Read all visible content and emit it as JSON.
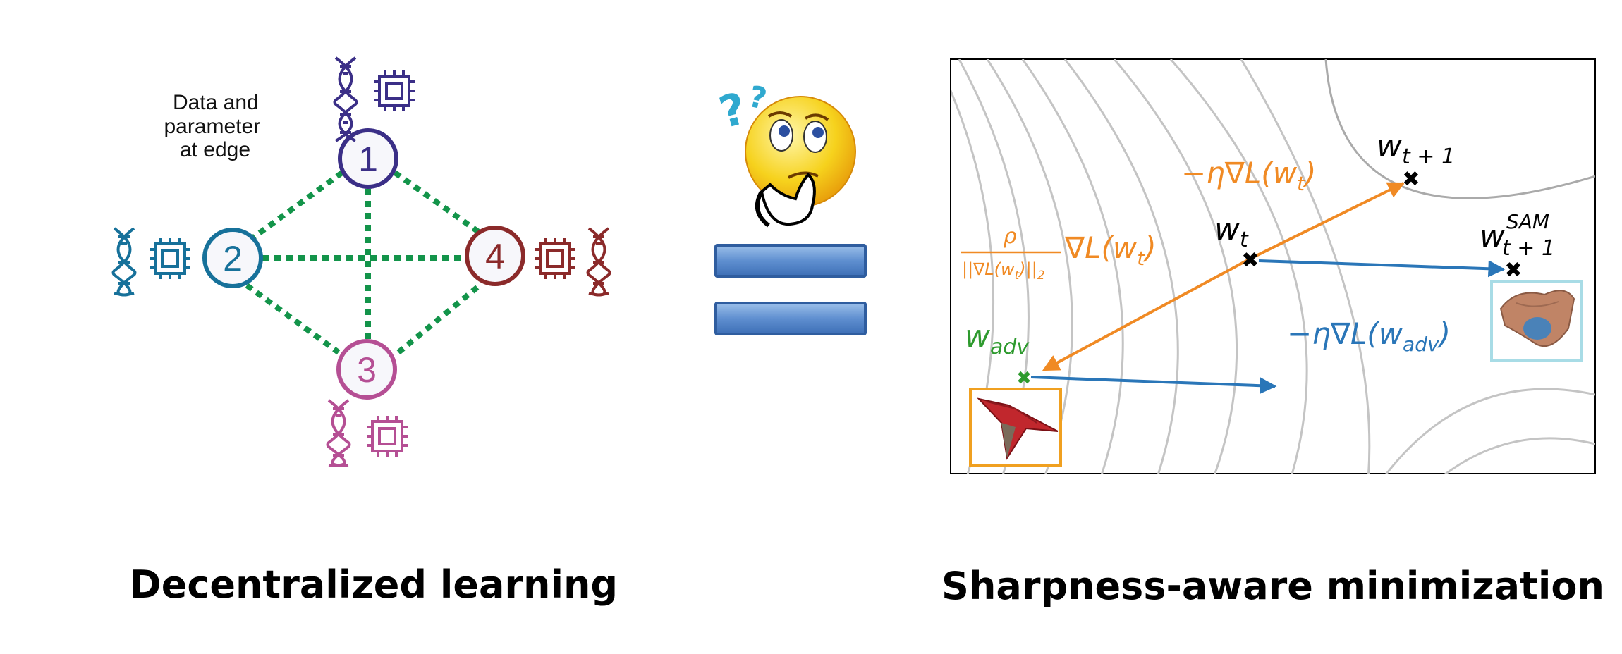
{
  "left_panel": {
    "caption": "Decentralized learning",
    "annotation": [
      "Data and",
      "parameter",
      "at edge"
    ],
    "nodes": [
      {
        "id": "1",
        "label": "1",
        "color": "#3b2f87"
      },
      {
        "id": "2",
        "label": "2",
        "color": "#17719a"
      },
      {
        "id": "3",
        "label": "3",
        "color": "#b54f94"
      },
      {
        "id": "4",
        "label": "4",
        "color": "#8b2a2a"
      }
    ],
    "edges": [
      [
        "1",
        "2"
      ],
      [
        "1",
        "4"
      ],
      [
        "1",
        "3"
      ],
      [
        "2",
        "4"
      ],
      [
        "2",
        "3"
      ],
      [
        "3",
        "4"
      ]
    ],
    "edge_color": "#13944a",
    "icons": [
      "dna-icon",
      "chip-icon"
    ]
  },
  "middle": {
    "emoji": "thinking-face-icon",
    "question_mark": "?",
    "symbol": "equals-icon",
    "bar_color": "#3d6fb6"
  },
  "right_panel": {
    "caption": "Sharpness-aware minimization",
    "labels": {
      "w_t": "w",
      "w_t_sub": "t",
      "w_t1": "w",
      "w_t1_sub": "t + 1",
      "w_sam": "w",
      "w_sam_sup": "SAM",
      "w_sam_sub": "t + 1",
      "w_adv": "w",
      "w_adv_sub": "adv",
      "grad_orange": "−η∇L(w",
      "grad_orange_sub": "t",
      "grad_orange_close": ")",
      "rho_num": "ρ",
      "rho_den": "||∇L(w",
      "rho_den_sub": "t",
      "rho_den_close": ")||",
      "rho_den_norm": "2",
      "rho_grad": "∇L(w",
      "rho_grad_sub": "t",
      "rho_grad_close": ")",
      "grad_blue": "−η∇L(w",
      "grad_blue_sub": "adv",
      "grad_blue_close": ")"
    },
    "colors": {
      "orange": "#f08a24",
      "blue": "#2a76b8",
      "green": "#2e9a2e",
      "sharp_box": "#f0a020",
      "flat_box": "#a8dce6"
    }
  }
}
